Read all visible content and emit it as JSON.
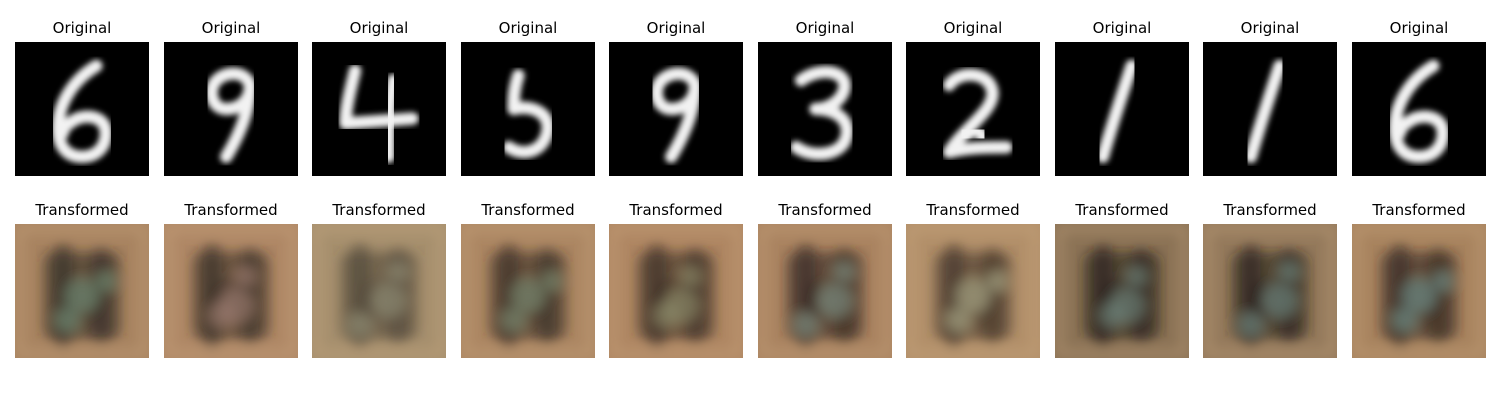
{
  "figure": {
    "rows": [
      {
        "row_label": "original",
        "panels": [
          {
            "title": "Original",
            "digit": "6",
            "background": "#000000",
            "ink": "#f2f2f2"
          },
          {
            "title": "Original",
            "digit": "9",
            "background": "#000000",
            "ink": "#f2f2f2"
          },
          {
            "title": "Original",
            "digit": "4",
            "background": "#000000",
            "ink": "#f2f2f2"
          },
          {
            "title": "Original",
            "digit": "5",
            "background": "#000000",
            "ink": "#f2f2f2"
          },
          {
            "title": "Original",
            "digit": "9",
            "background": "#000000",
            "ink": "#f2f2f2"
          },
          {
            "title": "Original",
            "digit": "3",
            "background": "#000000",
            "ink": "#f2f2f2"
          },
          {
            "title": "Original",
            "digit": "2",
            "background": "#000000",
            "ink": "#f2f2f2"
          },
          {
            "title": "Original",
            "digit": "1",
            "background": "#000000",
            "ink": "#f2f2f2"
          },
          {
            "title": "Original",
            "digit": "1",
            "background": "#000000",
            "ink": "#f2f2f2"
          },
          {
            "title": "Original",
            "digit": "6",
            "background": "#000000",
            "ink": "#f2f2f2"
          }
        ]
      },
      {
        "row_label": "transformed",
        "panels": [
          {
            "title": "Transformed",
            "base": "#a98461",
            "dark": "#2a2420",
            "tint": "#6f8a74"
          },
          {
            "title": "Transformed",
            "base": "#b08866",
            "dark": "#2e2622",
            "tint": "#9a7a6e"
          },
          {
            "title": "Transformed",
            "base": "#a7906e",
            "dark": "#4a4236",
            "tint": "#8f8c74"
          },
          {
            "title": "Transformed",
            "base": "#ad8763",
            "dark": "#2f2520",
            "tint": "#7b8a70"
          },
          {
            "title": "Transformed",
            "base": "#b08763",
            "dark": "#30261f",
            "tint": "#8b8a6a"
          },
          {
            "title": "Transformed",
            "base": "#ab8461",
            "dark": "#2c221d",
            "tint": "#7f8f82"
          },
          {
            "title": "Transformed",
            "base": "#b3906a",
            "dark": "#3a2e24",
            "tint": "#a6a584"
          },
          {
            "title": "Transformed",
            "base": "#8c7356",
            "dark": "#1f1c1a",
            "tint": "#6d8278"
          },
          {
            "title": "Transformed",
            "base": "#957a5c",
            "dark": "#1f1b19",
            "tint": "#6e857c"
          },
          {
            "title": "Transformed",
            "base": "#a9845f",
            "dark": "#2b231e",
            "tint": "#6e8c86"
          }
        ]
      }
    ]
  }
}
